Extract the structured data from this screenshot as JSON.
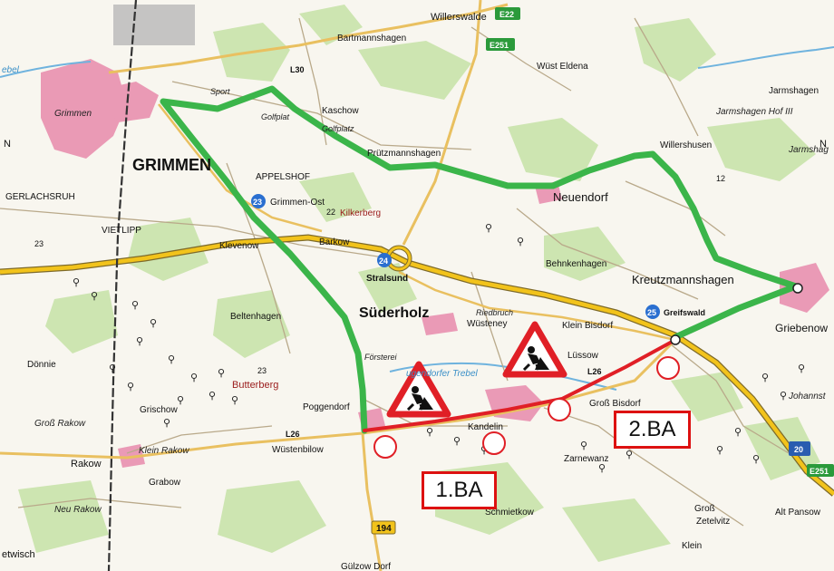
{
  "places": {
    "grimmen": "GRIMMEN",
    "grimmen_small": "Grimmen",
    "willerswalde": "Willerswalde",
    "bartmannshagen": "Bartmannshagen",
    "wust_eldena": "Wüst Eldena",
    "jarmshagen": "Jarmshagen",
    "jarmshagen_hof": "Jarmshagen Hof III",
    "jarmshag": "Jarmshag",
    "kaschow": "Kaschow",
    "golfplatz_1": "Golfplat",
    "golfplatz_2": "Golfplatz",
    "sport": "Sport",
    "pruetzmannshagen": "Prützmannshagen",
    "willershusen": "Willershusen",
    "gerlachsruh": "GERLACHSRUH",
    "appelshof": "APPELSHOF",
    "grimmen_ost": "Grimmen-Ost",
    "neuendorf": "Neuendorf",
    "vietlipp": "VIETLIPP",
    "kilkerberg": "Kilkerberg",
    "klevenow": "Klevenow",
    "barkow": "Barkow",
    "stralsund": "Stralsund",
    "behnkenhagen": "Behnkenhagen",
    "kreutzmannshagen": "Kreutzmannshagen",
    "suederholz": "Süderholz",
    "beltenhagen": "Beltenhagen",
    "riedbruch": "Riedbruch",
    "wuesteney": "Wüsteney",
    "klein_bisdorf": "Klein Bisdorf",
    "greifswald": "Greifswald",
    "griebenow": "Griebenow",
    "doennie": "Dönnie",
    "foersterei": "Försterei",
    "luessow": "Lüssow",
    "johannst": "Johannst",
    "butterberg": "Butterberg",
    "poggendorf": "Poggendorf",
    "gross_bisdorf": "Groß Bisdorf",
    "grischow": "Grischow",
    "gross_rakow": "Groß Rakow",
    "kandelin": "Kandelin",
    "klein_rakow": "Klein Rakow",
    "rakow": "Rakow",
    "wuestenbilow": "Wüstenbilow",
    "zarnewanz": "Zarnewanz",
    "grabow": "Grabow",
    "schmietkow": "Schmietkow",
    "neu_rakow": "Neu Rakow",
    "gross": "Groß",
    "zetelvitz": "Zetelvitz",
    "alt_pansow": "Alt Pansow",
    "klein": "Klein",
    "etwisch": "etwisch",
    "guelzow_dorf": "Gülzow Dorf",
    "n_left": "N",
    "n_right": "N",
    "lugendorfer_trebel": "ugendorfer Trebel",
    "trebel_top": "ebel"
  },
  "road_labels": {
    "e22": "E22",
    "e251_top": "E251",
    "e251_bottom": "E251",
    "l30": "L30",
    "l26_west": "L26",
    "l26_east": "L26",
    "b194": "194",
    "exit_23": "23",
    "exit_24": "24",
    "exit_25": "25",
    "exit_20": "20",
    "km_12": "12",
    "km_23_a": "23",
    "km_23_b": "23",
    "km_22": "22"
  },
  "construction": {
    "ba1_label": "1.BA",
    "ba2_label": "2.BA"
  },
  "colors": {
    "detour_route": "#3bb54a",
    "construction_route": "#e01f26",
    "motorway": "#f2c31b",
    "settlement": "#e57aa0",
    "forest": "#cfe6b4"
  }
}
